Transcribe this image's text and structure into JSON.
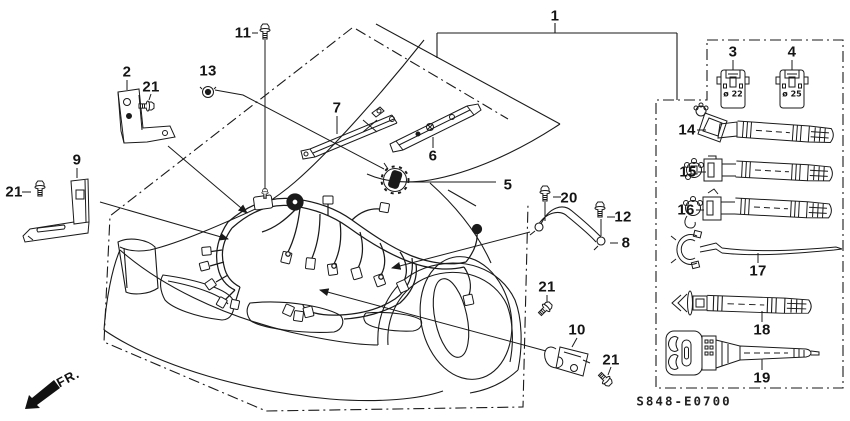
{
  "diagram": {
    "code": "S848-E0700",
    "front_marker": "FR.",
    "callouts": {
      "1": "1",
      "2": "2",
      "3": "3",
      "4": "4",
      "5": "5",
      "6": "6",
      "7": "7",
      "8": "8",
      "9": "9",
      "10": "10",
      "11": "11",
      "12": "12",
      "13": "13",
      "14": "14",
      "15": "15",
      "16": "16",
      "17": "17",
      "18": "18",
      "19": "19",
      "20": "20",
      "21a": "21",
      "21b": "21",
      "21c": "21",
      "21d": "21"
    },
    "annotations": {
      "clip_3_diameter": "ø 22",
      "clip_4_diameter": "ø 25"
    }
  }
}
